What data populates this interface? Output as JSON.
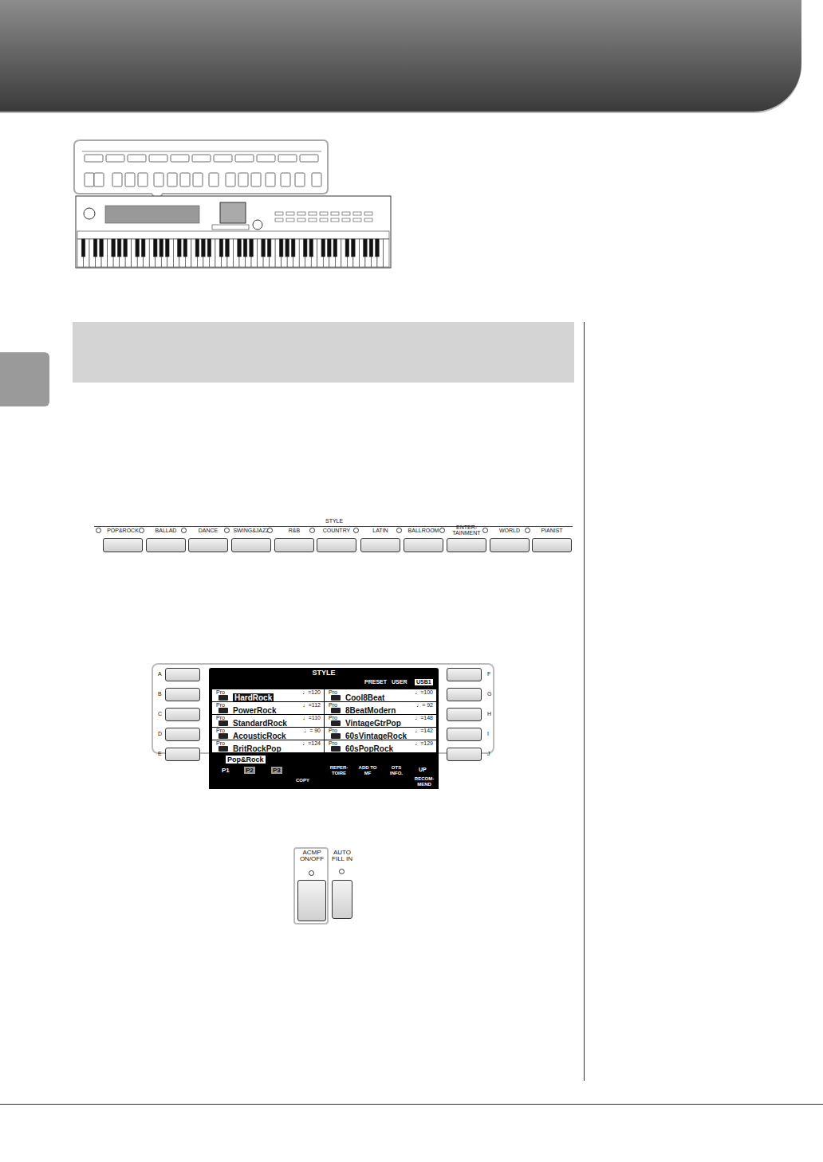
{
  "diagram": {
    "nodes": [
      {
        "text": [
          "POP&ROCK"
        ]
      },
      {
        "text": [
          "BALLAD"
        ]
      },
      {
        "text": [
          "DANCE"
        ]
      },
      {
        "text": [
          "SWING&JAZZ"
        ]
      },
      {
        "text": [
          "R&B"
        ]
      },
      {
        "text": [
          "COUNTRY"
        ]
      },
      {
        "text": [
          "LATIN"
        ]
      },
      {
        "text": [
          "BALLROOM"
        ]
      },
      {
        "text": [
          "ENTER-TAINMENT"
        ]
      },
      {
        "text": [
          "WORLD"
        ]
      },
      {
        "text": [
          "PIANIST"
        ]
      },
      {
        "text": [
          "STYLE"
        ]
      },
      {
        "text": [
          "Pro",
          "HardRock",
          "♩=120"
        ],
        "in": 11
      },
      {
        "text": [
          "Pro",
          "PowerRock",
          "♩=112"
        ],
        "in": 11
      },
      {
        "text": [
          "Pro",
          "StandardRock",
          "♩=110"
        ],
        "in": 11
      },
      {
        "text": [
          "Pro",
          "AcousticRock",
          "♩= 90"
        ],
        "in": 11
      },
      {
        "text": [
          "Pro",
          "BritRockPop",
          "♩=124"
        ],
        "in": 11
      },
      {
        "text": [
          "Pro",
          "Cool8Beat",
          "♩=100"
        ],
        "in": 11
      },
      {
        "text": [
          "Pro",
          "8BeatModern",
          "♩= 92"
        ],
        "in": 11
      },
      {
        "text": [
          "Pro",
          "VintageGtrPop",
          "♩=148"
        ],
        "in": 11
      },
      {
        "text": [
          "Pro",
          "60sVintageRock",
          "♩=142"
        ],
        "in": 11
      },
      {
        "text": [
          "Pro",
          "60sPopRock",
          "♩=129"
        ],
        "in": 11
      },
      {
        "text": [
          "A"
        ]
      },
      {
        "text": [
          "B"
        ]
      },
      {
        "text": [
          "C"
        ]
      },
      {
        "text": [
          "D"
        ]
      },
      {
        "text": [
          "E"
        ]
      },
      {
        "text": [
          "F"
        ]
      },
      {
        "text": [
          "G"
        ]
      },
      {
        "text": [
          "H"
        ]
      },
      {
        "text": [
          "I"
        ]
      },
      {
        "text": [
          "J"
        ]
      },
      {
        "text": [
          "ACMP ON/OFF"
        ]
      },
      {
        "text": [
          "AUTO FILL IN"
        ]
      }
    ],
    "labels": [
      "STYLE",
      "PRESET",
      "USER",
      "USB1",
      "Pop&Rock",
      "P1",
      "P2",
      "P3",
      "REPER-TOIRE",
      "ADD TO MF",
      "OTS INFO.",
      "UP",
      "COPY",
      "RECOM-MEND"
    ]
  }
}
